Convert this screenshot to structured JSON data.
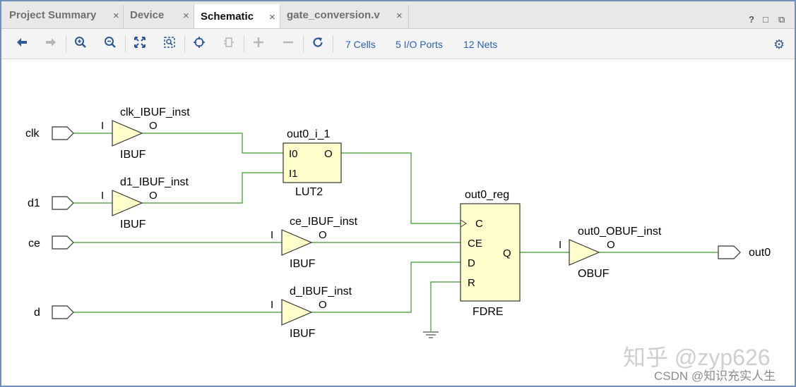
{
  "tabs": [
    {
      "label": "Project Summary",
      "active": false
    },
    {
      "label": "Device",
      "active": false
    },
    {
      "label": "Schematic",
      "active": true
    },
    {
      "label": "gate_conversion.v",
      "active": false
    }
  ],
  "tab_close": "×",
  "window_controls": {
    "help": "?",
    "maximize": "□",
    "float": "⧉"
  },
  "toolbar": {
    "buttons": [
      "back-arrow",
      "forward-arrow",
      "zoom-in",
      "zoom-out",
      "zoom-fit",
      "zoom-area",
      "auto-fit-selection",
      "route",
      "add",
      "remove",
      "refresh"
    ],
    "cells": "7 Cells",
    "ports": "5 I/O Ports",
    "nets": "12 Nets"
  },
  "schematic": {
    "ports_in": [
      "clk",
      "d1",
      "ce",
      "d"
    ],
    "port_out": "out0",
    "buffers": [
      {
        "inst": "clk_IBUF_inst",
        "type": "IBUF",
        "pin_in": "I",
        "pin_out": "O"
      },
      {
        "inst": "d1_IBUF_inst",
        "type": "IBUF",
        "pin_in": "I",
        "pin_out": "O"
      },
      {
        "inst": "ce_IBUF_inst",
        "type": "IBUF",
        "pin_in": "I",
        "pin_out": "O"
      },
      {
        "inst": "d_IBUF_inst",
        "type": "IBUF",
        "pin_in": "I",
        "pin_out": "O"
      },
      {
        "inst": "out0_OBUF_inst",
        "type": "OBUF",
        "pin_in": "I",
        "pin_out": "O"
      }
    ],
    "lut": {
      "inst": "out0_i_1",
      "type": "LUT2",
      "pins": [
        "I0",
        "I1",
        "O"
      ]
    },
    "ff": {
      "inst": "out0_reg",
      "type": "FDRE",
      "pins": [
        "C",
        "CE",
        "D",
        "R",
        "Q"
      ]
    }
  },
  "watermark": {
    "main": "知乎 @zyp626",
    "sub": "CSDN @知识充实人生"
  },
  "colors": {
    "wire": "#3a9a2a",
    "cell_fill": "#ffffcc",
    "link": "#2b62b8"
  }
}
